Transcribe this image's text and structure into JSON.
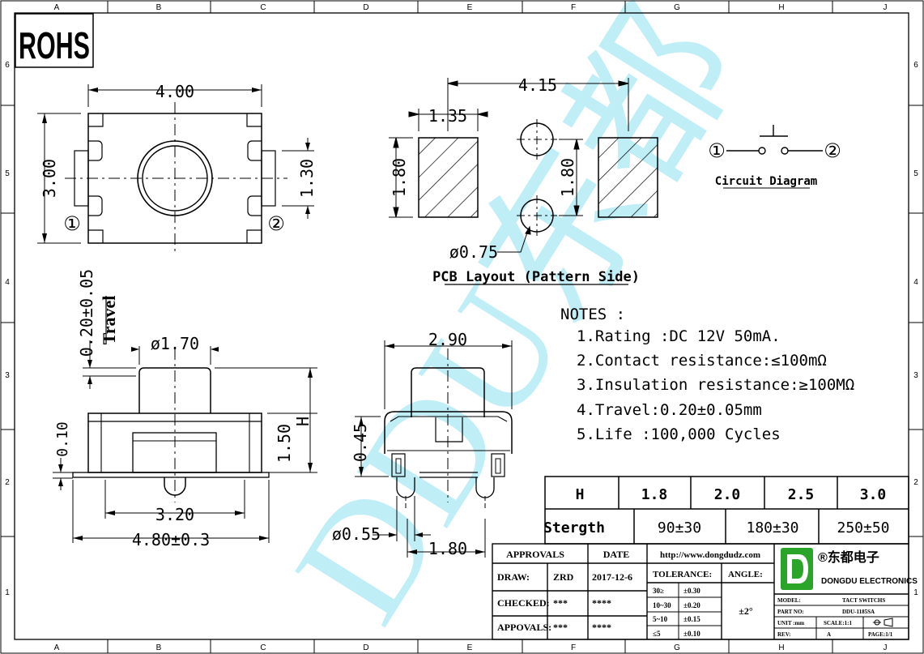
{
  "border": {
    "cols": [
      "A",
      "B",
      "C",
      "D",
      "E",
      "F",
      "G",
      "H",
      "J"
    ],
    "rows": [
      "6",
      "5",
      "4",
      "3",
      "2",
      "1"
    ]
  },
  "rohs": "ROHS",
  "watermark": "DDU东都",
  "top_view": {
    "width": "4.00",
    "height": "3.00",
    "pin_gap": "1.30",
    "pin1": "①",
    "pin2": "②"
  },
  "pcb": {
    "span": "4.15",
    "pad_w": "1.35",
    "pad_h": "1.80",
    "hole_h": "1.80",
    "hole_dia": "ø0.75",
    "title": "PCB Layout (Pattern Side)"
  },
  "circuit": {
    "pin1": "①",
    "pin2": "②",
    "title": "Circuit Diagram"
  },
  "side_view": {
    "travel_val": "0.20±0.05",
    "travel_label": "Travel",
    "actuator": "ø1.70",
    "left_h": "0.10",
    "h_label": "H",
    "body_h": "1.50",
    "inner_w": "3.20",
    "total_w": "4.80±0.3"
  },
  "end_view": {
    "width": "2.90",
    "h": "0.45",
    "pin_dia": "ø0.55",
    "pitch": "1.80"
  },
  "notes": {
    "title": "NOTES :",
    "items": [
      "1.Rating :DC 12V 50mA.",
      "2.Contact resistance:≤100mΩ",
      "3.Insulation resistance:≥100MΩ",
      "4.Travel:0.20±0.05mm",
      "5.Life :100,000 Cycles"
    ]
  },
  "spec_table": {
    "h_label": "H",
    "h_values": [
      "1.8",
      "2.0",
      "2.5",
      "3.0"
    ],
    "strength_label": "Stergth",
    "strength_values": [
      "90±30",
      "180±30",
      "250±50"
    ]
  },
  "title_block": {
    "approvals": "APPROVALS",
    "date": "DATE",
    "url": "http://www.dongdudz.com",
    "draw": "DRAW:",
    "draw_name": "ZRD",
    "draw_date": "2017-12-6",
    "checked": "CHECKED:",
    "checked_name": "***",
    "checked_date": "****",
    "approvals_row": "APPOVALS:",
    "appr_name": "***",
    "appr_date": "****",
    "tolerance": "TOLERANCE:",
    "angle": "ANGLE:",
    "angle_val": "±2°",
    "tol_rows": [
      [
        "30≥",
        "±0.30"
      ],
      [
        "10~30",
        "±0.20"
      ],
      [
        "5~10",
        "±0.15"
      ],
      [
        "≤5",
        "±0.10"
      ]
    ],
    "company_cn": "®东都电子",
    "company_en": "DONGDU ELECTRONICS",
    "model_label": "MODEL:",
    "model_val": "TACT SWITCHS",
    "part_label": "PART NO:",
    "part_val": "DDU-1185SA",
    "unit_label": "UNIT :mm",
    "scale": "SCALE:1:1",
    "rev_label": "REV:",
    "rev_val": "A",
    "page": "PAGE:1/1"
  },
  "colors": {
    "line": "#000000",
    "watermark": "#b8ecf5",
    "logo": "#2aa52a"
  }
}
